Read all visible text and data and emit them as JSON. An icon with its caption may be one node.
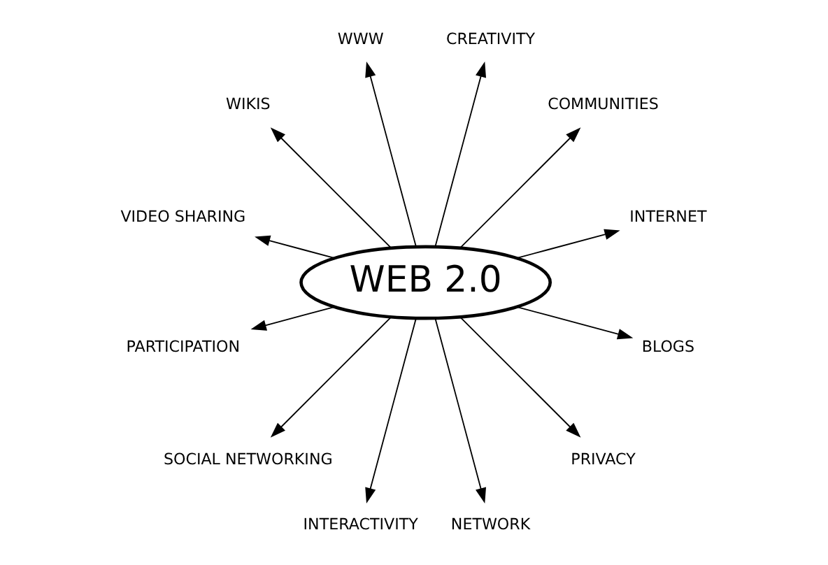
{
  "diagram": {
    "nodes": [
      {
        "text": [
          "WEB 2.0"
        ]
      },
      {
        "text": [
          "INTERNET"
        ]
      },
      {
        "text": [
          "COMMUNITIES"
        ]
      },
      {
        "text": [
          "CREATIVITY"
        ]
      },
      {
        "text": [
          "WWW"
        ]
      },
      {
        "text": [
          "WIKIS"
        ]
      },
      {
        "text": [
          "VIDEO SHARING"
        ]
      },
      {
        "text": [
          "PARTICIPATION"
        ]
      },
      {
        "text": [
          "SOCIAL NETWORKING"
        ]
      },
      {
        "text": [
          "INTERACTIVITY"
        ]
      },
      {
        "text": [
          "NETWORK"
        ]
      },
      {
        "text": [
          "PRIVACY"
        ]
      },
      {
        "text": [
          "BLOGS"
        ]
      }
    ],
    "edges": [
      {
        "from": 0,
        "to": 1,
        "arrow": "to"
      },
      {
        "from": 0,
        "to": 2,
        "arrow": "to"
      },
      {
        "from": 0,
        "to": 3,
        "arrow": "to"
      },
      {
        "from": 0,
        "to": 4,
        "arrow": "to"
      },
      {
        "from": 0,
        "to": 5,
        "arrow": "to"
      },
      {
        "from": 0,
        "to": 6,
        "arrow": "to"
      },
      {
        "from": 0,
        "to": 7,
        "arrow": "to"
      },
      {
        "from": 0,
        "to": 8,
        "arrow": "to"
      },
      {
        "from": 0,
        "to": 9,
        "arrow": "to"
      },
      {
        "from": 0,
        "to": 10,
        "arrow": "to"
      },
      {
        "from": 0,
        "to": 11,
        "arrow": "to"
      },
      {
        "from": 0,
        "to": 12,
        "arrow": "to"
      }
    ]
  }
}
